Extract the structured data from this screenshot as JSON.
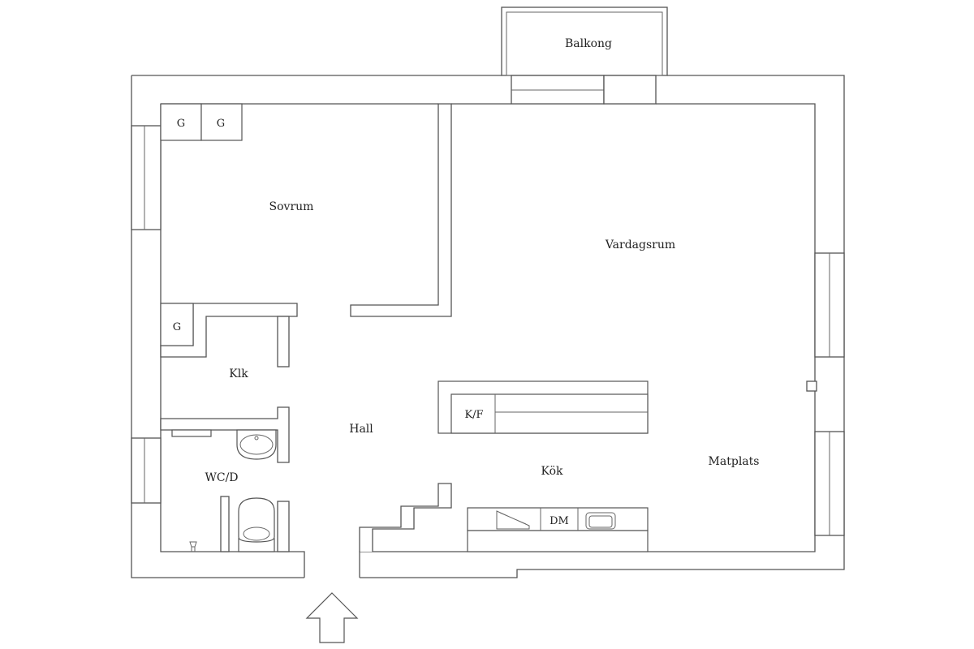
{
  "rooms": {
    "balkong": "Balkong",
    "sovrum": "Sovrum",
    "vardagsrum": "Vardagsrum",
    "klk": "Klk",
    "hall": "Hall",
    "wcd": "WC/D",
    "kok": "Kök",
    "matplats": "Matplats"
  },
  "fixtures": {
    "wardrobe": "G",
    "fridge_freezer": "K/F",
    "dishwasher": "DM"
  }
}
